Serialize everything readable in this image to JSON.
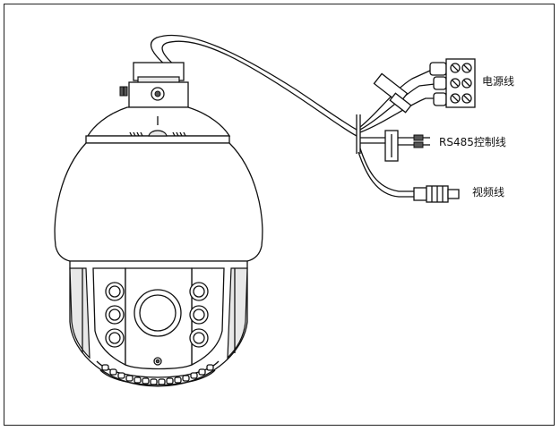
{
  "labels": {
    "power": "电源线",
    "rs485": "RS485控制线",
    "video": "视频线"
  },
  "colors": {
    "stroke": "#111111",
    "background": "#ffffff",
    "fill_light": "#e8e8e8"
  },
  "icons": [
    "speed-dome-camera-icon",
    "terminal-block-icon",
    "bnc-connector-icon"
  ]
}
